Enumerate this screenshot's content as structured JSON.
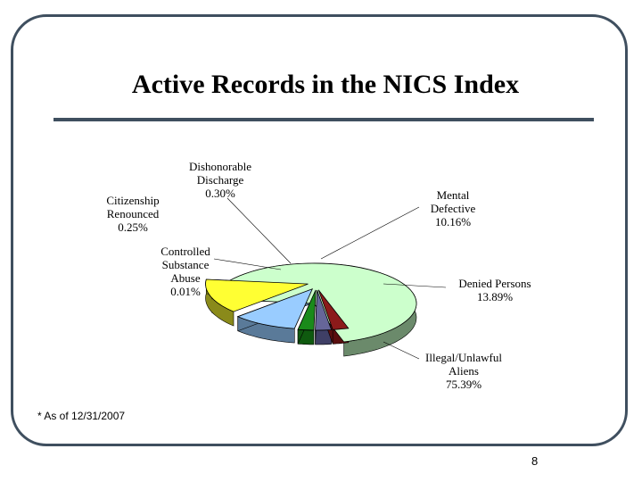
{
  "slide": {
    "footnote": "* As of 12/31/2007",
    "page_number": "8"
  },
  "chart_data": {
    "type": "pie",
    "title": "Active Records in the NICS Index",
    "slices": [
      {
        "name": "Illegal/Unlawful Aliens",
        "label_lines": [
          "Illegal/Unlawful",
          "Aliens"
        ],
        "value": 75.39,
        "value_text": "75.39%",
        "color": "#ccffcc",
        "side_color": "#6b8a6b"
      },
      {
        "name": "Denied Persons",
        "label_lines": [
          "Denied Persons"
        ],
        "value": 13.89,
        "value_text": "13.89%",
        "color": "#ffff33",
        "side_color": "#8a8a1a"
      },
      {
        "name": "Mental Defective",
        "label_lines": [
          "Mental",
          "Defective"
        ],
        "value": 10.16,
        "value_text": "10.16%",
        "color": "#99ccff",
        "side_color": "#5a7a99"
      },
      {
        "name": "Dishonorable Discharge",
        "label_lines": [
          "Dishonorable",
          "Discharge"
        ],
        "value": 0.3,
        "value_text": "0.30%",
        "color": "#1a8a1a",
        "side_color": "#0f5a0f"
      },
      {
        "name": "Citizenship Renounced",
        "label_lines": [
          "Citizenship",
          "Renounced"
        ],
        "value": 0.25,
        "value_text": "0.25%",
        "color": "#666699",
        "side_color": "#3f3f66"
      },
      {
        "name": "Controlled Substance Abuse",
        "label_lines": [
          "Controlled",
          "Substance",
          "Abuse"
        ],
        "value": 0.01,
        "value_text": "0.01%",
        "color": "#8b1a1a",
        "side_color": "#5a0f0f"
      }
    ]
  }
}
